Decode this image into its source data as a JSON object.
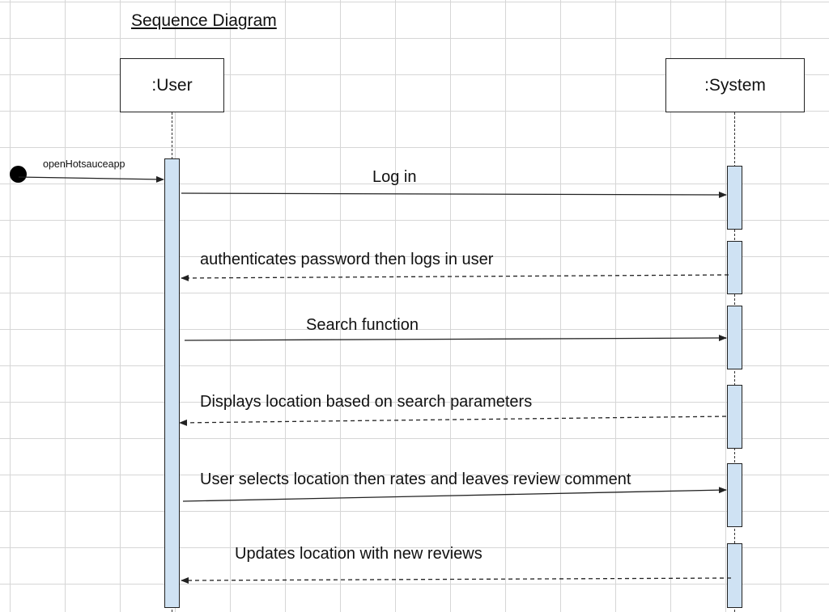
{
  "diagram": {
    "title": "Sequence Diagram",
    "lifelines": {
      "user": ":User",
      "system": ":System"
    },
    "start": {
      "label": "openHotsauceapp"
    },
    "messages": [
      {
        "label": "Log in",
        "direction": "user-to-system",
        "style": "solid"
      },
      {
        "label": "authenticates password then logs in user",
        "direction": "system-to-user",
        "style": "dashed"
      },
      {
        "label": "Search function",
        "direction": "user-to-system",
        "style": "solid"
      },
      {
        "label": "Displays location based on search parameters",
        "direction": "system-to-user",
        "style": "dashed"
      },
      {
        "label": "User selects location then rates and leaves review comment",
        "direction": "user-to-system",
        "style": "solid"
      },
      {
        "label": "Updates location with new reviews",
        "direction": "system-to-user",
        "style": "dashed"
      }
    ],
    "colors": {
      "activation_fill": "#cfe2f3",
      "line": "#222222",
      "grid": "#d6d6d6"
    }
  }
}
